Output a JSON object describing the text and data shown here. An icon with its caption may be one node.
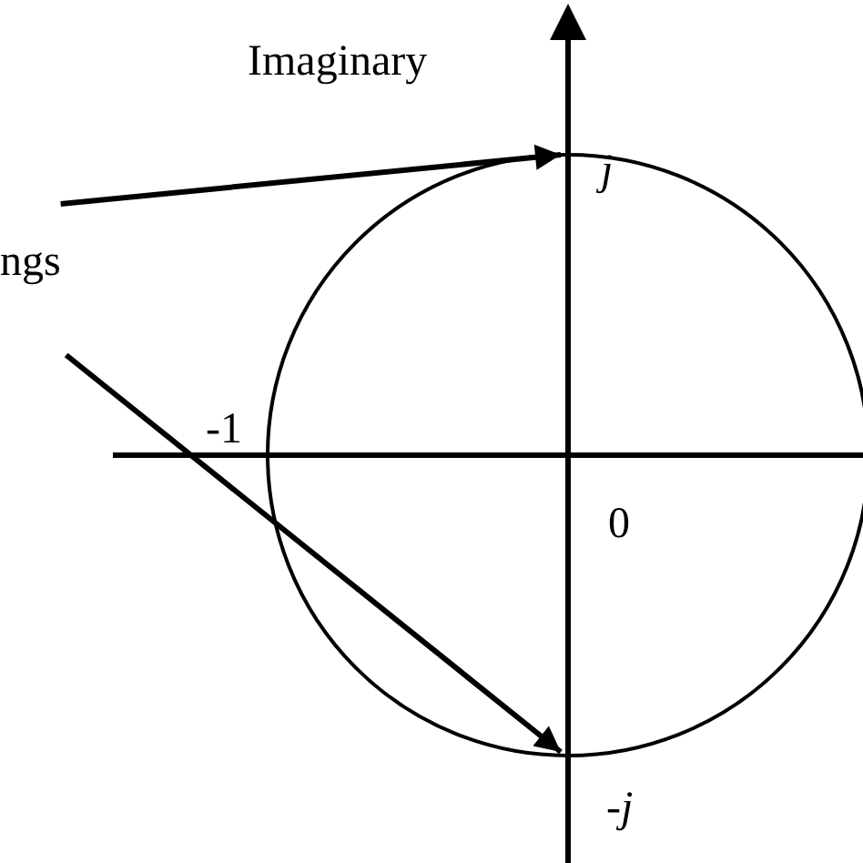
{
  "diagram": {
    "nodes": [
      {
        "text": [
          "ngs"
        ]
      },
      {
        "text": [
          "j"
        ]
      },
      {
        "text": [
          "-j"
        ]
      }
    ],
    "edges": [
      {
        "from": 0,
        "to": 1,
        "arrow": "to"
      },
      {
        "from": 0,
        "to": 2,
        "arrow": "to"
      }
    ],
    "labels": [
      "Imaginary",
      "-1",
      "0"
    ]
  }
}
